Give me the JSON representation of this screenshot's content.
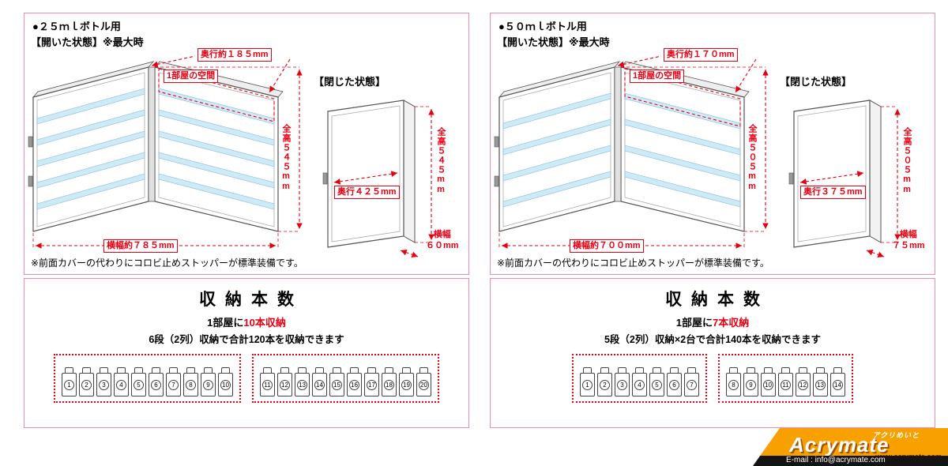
{
  "colors": {
    "panel_border_pink": "#f08cb4",
    "dimension_red": "#e60012",
    "shelf_blue": "#cfeaf7",
    "brand_orange": "#f8a000"
  },
  "panels": [
    {
      "title": "●２５ｍｌボトル用",
      "open_state_label": "【開いた状態】※最大時",
      "closed_state_label": "【閉じた状態】",
      "room_label": "1部屋の空間",
      "open": {
        "depth": "奥行約１８５mm",
        "height": "全高５４５mm",
        "width": "横幅約７８５mm"
      },
      "closed": {
        "depth": "奥行４２５mm",
        "height": "全高５４５mm",
        "width_l1": "横幅",
        "width_l2": "６０mm"
      },
      "note": "※前面カバーの代わりにコロビ止めストッパーが標準装備です。",
      "storage": {
        "title": "収納本数",
        "per_room_prefix": "1部屋に",
        "per_room_red": "10本収納",
        "total_line": "6段（2列）収納で合計120本を収納できます",
        "groups": [
          [
            "1",
            "2",
            "3",
            "4",
            "5",
            "6",
            "7",
            "8",
            "9",
            "10"
          ],
          [
            "11",
            "12",
            "13",
            "14",
            "15",
            "16",
            "17",
            "18",
            "19",
            "20"
          ]
        ]
      }
    },
    {
      "title": "●５０ｍｌボトル用",
      "open_state_label": "【開いた状態】※最大時",
      "closed_state_label": "【閉じた状態】",
      "room_label": "1部屋の空間",
      "open": {
        "depth": "奥行約１７０mm",
        "height": "全高５０５mm",
        "width": "横幅約７００mm"
      },
      "closed": {
        "depth": "奥行３７５mm",
        "height": "全高５０５mm",
        "width_l1": "横幅",
        "width_l2": "７５mm"
      },
      "note": "※前面カバーの代わりにコロビ止めストッパーが標準装備です。",
      "storage": {
        "title": "収納本数",
        "per_room_prefix": "1部屋に",
        "per_room_red": "7本収納",
        "total_line": "5段（2列）収納×2台で合計140本を収納できます",
        "groups": [
          [
            "1",
            "2",
            "3",
            "4",
            "5",
            "6",
            "7"
          ],
          [
            "8",
            "9",
            "10",
            "11",
            "12",
            "13",
            "14"
          ]
        ]
      }
    }
  ],
  "logo": {
    "kana": "アクリめいと",
    "name": "Acrymate",
    "url": "www.acrymate.com",
    "email": "E-mail : info@acrymate.com"
  }
}
